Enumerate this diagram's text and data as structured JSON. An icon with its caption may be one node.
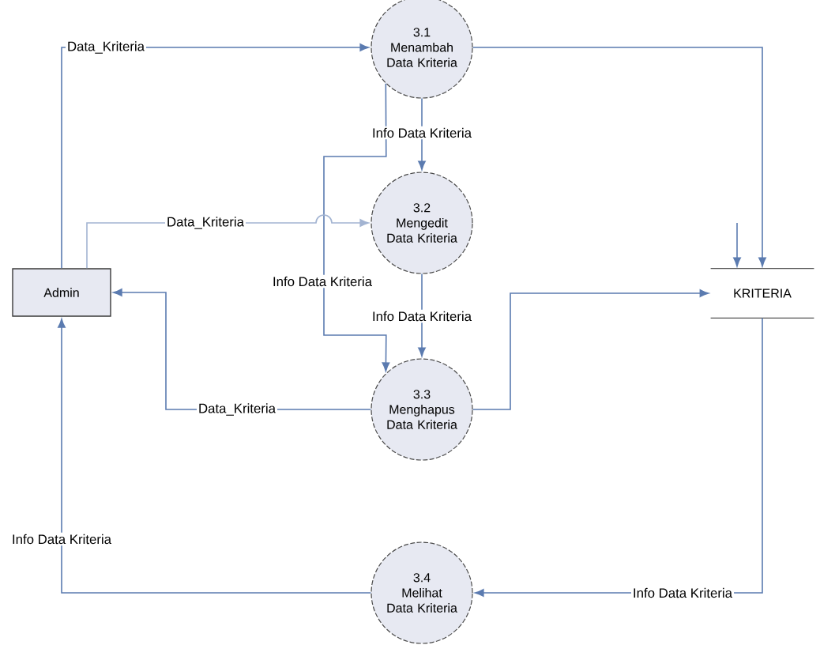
{
  "diagram": {
    "nodes": [
      {
        "text": [
          "Admin"
        ]
      },
      {
        "text": [
          "3.1",
          "Menambah Data Kriteria"
        ]
      },
      {
        "text": [
          "3.2",
          "Mengedit Data Kriteria"
        ]
      },
      {
        "text": [
          "3.3",
          "Menghapus Data Kriteria"
        ]
      },
      {
        "text": [
          "3.4",
          "Melihat Data Kriteria"
        ]
      },
      {
        "text": [
          "KRITERIA"
        ]
      }
    ],
    "edges": [
      {
        "from": 0,
        "to": 1,
        "arrow": "to",
        "label": "Data_Kriteria"
      },
      {
        "from": 1,
        "to": 5,
        "arrow": "to"
      },
      {
        "from": 1,
        "to": 2,
        "arrow": "to",
        "label": "Info Data Kriteria"
      },
      {
        "from": 1,
        "to": 3,
        "arrow": "to",
        "label": "Info Data Kriteria"
      },
      {
        "from": 0,
        "to": 2,
        "arrow": "to",
        "label": "Data_Kriteria",
        "color": "#a3b4d2"
      },
      {
        "from": 2,
        "to": 3,
        "arrow": "to",
        "label": "Info Data Kriteria"
      },
      {
        "from": 3,
        "to": 5,
        "arrow": "to"
      },
      {
        "from": 3,
        "to": 0,
        "arrow": "to",
        "label": "Data_Kriteria"
      },
      {
        "from": 5,
        "to": 4,
        "arrow": "to",
        "label": "Info Data Kriteria"
      },
      {
        "from": 4,
        "to": 0,
        "arrow": "to",
        "label": "Info Data Kriteria"
      },
      {
        "from": null,
        "to": 5,
        "arrow": "to"
      }
    ]
  }
}
